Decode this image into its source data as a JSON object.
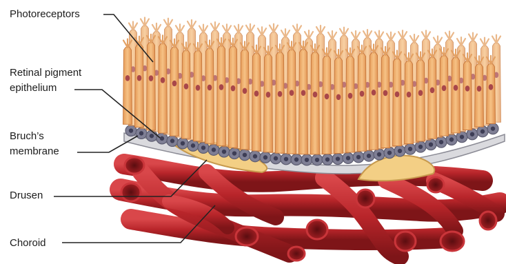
{
  "labels": {
    "photoreceptors": "Photoreceptors",
    "rpe_line1": "Retinal pigment",
    "rpe_line2": "epithelium",
    "bruch_line1": "Bruch’s",
    "bruch_line2": "membrane",
    "drusen": "Drusen",
    "choroid": "Choroid"
  },
  "colors": {
    "photoreceptor_fill": "#f0b56e",
    "photoreceptor_tip": "#f5c98a",
    "nucleus": "#a8474a",
    "rpe_cell": "#7f7f95",
    "rpe_nucleus": "#3d3d55",
    "bruch": "#d9d9de",
    "drusen": "#f3cf85",
    "vessel": "#c0282c",
    "vessel_dark": "#7e1518",
    "leader_line": "#222222"
  }
}
